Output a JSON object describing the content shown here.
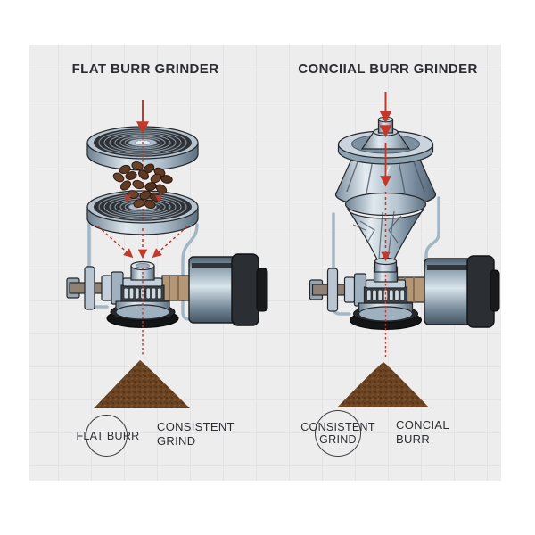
{
  "columns": [
    {
      "id": "flat-burr",
      "title": "FLAT BURR GRINDER",
      "badge_lines": [
        "FLAT BURR"
      ],
      "caption_lines": [
        "CONSISTENT",
        "GRIND"
      ]
    },
    {
      "id": "conical-burr",
      "title": "CONCIIAL BURR GRINDER",
      "badge_lines": [
        "CONSISTENT",
        "GRIND"
      ],
      "caption_lines": [
        "CONCIAL",
        "BURR"
      ]
    }
  ],
  "colors": {
    "panel_background": "#ededee",
    "arrow_red": "#c2392b",
    "steel_blue": "#aebccb",
    "metal_outline": "#23272b",
    "coffee_pile_brown": "#6b4423",
    "coffee_bean_brown": "#5f3b26",
    "text": "#2b2d30"
  }
}
